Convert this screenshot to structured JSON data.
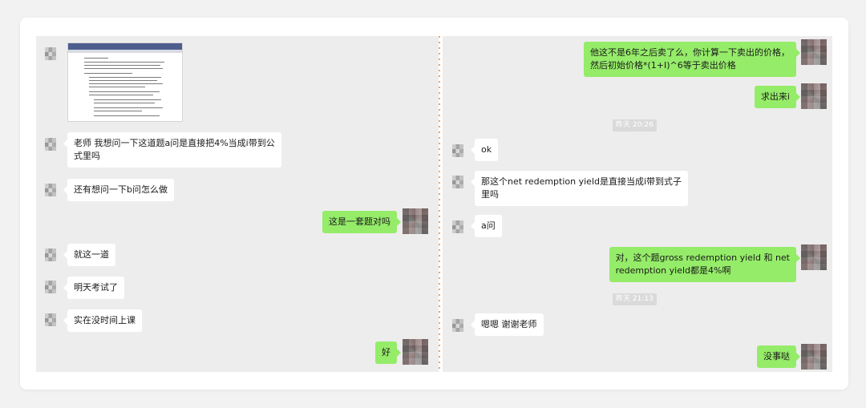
{
  "left_chat": {
    "messages": [
      {
        "side": "in",
        "text": "老师 我想问一下这道题a问是直接把4%当成i带到公式里吗"
      },
      {
        "side": "in",
        "text": "还有想问一下b问怎么做"
      },
      {
        "side": "out",
        "text": "这是一套题对吗"
      },
      {
        "side": "in",
        "text": "就这一道"
      },
      {
        "side": "in",
        "text": "明天考试了"
      },
      {
        "side": "in",
        "text": "实在没时间上课"
      },
      {
        "side": "out",
        "text": "好"
      }
    ]
  },
  "right_chat": {
    "messages": [
      {
        "side": "out",
        "text": "他这不是6年之后卖了么，你计算一下卖出的价格，然后初始价格*(1+I)^6等于卖出价格"
      },
      {
        "side": "out",
        "text": "求出来i"
      },
      {
        "side": "ts",
        "text": "昨天 20:26"
      },
      {
        "side": "in",
        "text": "ok"
      },
      {
        "side": "in",
        "text": "那这个net redemption yield是直接当成i带到式子里吗"
      },
      {
        "side": "in",
        "text": "a问"
      },
      {
        "side": "out",
        "text": "对，这个题gross redemption yield 和 net redemption yield都是4%啊"
      },
      {
        "side": "ts",
        "text": "昨天 21:13"
      },
      {
        "side": "in",
        "text": "嗯嗯 谢谢老师"
      },
      {
        "side": "out",
        "text": "没事哒"
      }
    ]
  },
  "lines": {
    "l1a": "老师 我想问一下这道题a问是直接把4%当成i带到公",
    "l1b": "式里吗",
    "r1a": "他这不是6年之后卖了么，你计算一下卖出的价格，",
    "r1b": "然后初始价格*(1+I)^6等于卖出价格",
    "r5a": "那这个net redemption yield是直接当成i带到式子",
    "r5b": "里吗",
    "r7a": "对，这个题gross redemption yield 和 net",
    "r7b": "redemption yield都是4%啊"
  }
}
